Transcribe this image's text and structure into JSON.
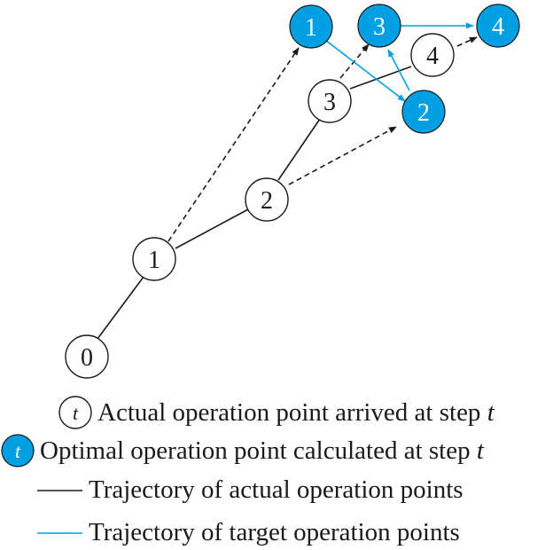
{
  "colors": {
    "actual_stroke": "#1a1a1a",
    "target": "#00a0e3",
    "background": "#ffffff"
  },
  "actual_points": [
    "0",
    "1",
    "2",
    "3",
    "4"
  ],
  "optimal_points": [
    "1",
    "2",
    "3",
    "4"
  ],
  "legend": {
    "actual_symbol": "t",
    "actual_text": "Actual operation point arrived at step ",
    "actual_var": "t",
    "optimal_symbol": "t",
    "optimal_text": "Optimal operation point calculated at step ",
    "optimal_var": "t",
    "actual_trajectory_text": "Trajectory of actual operation points",
    "target_trajectory_text": "Trajectory of target operation points"
  }
}
